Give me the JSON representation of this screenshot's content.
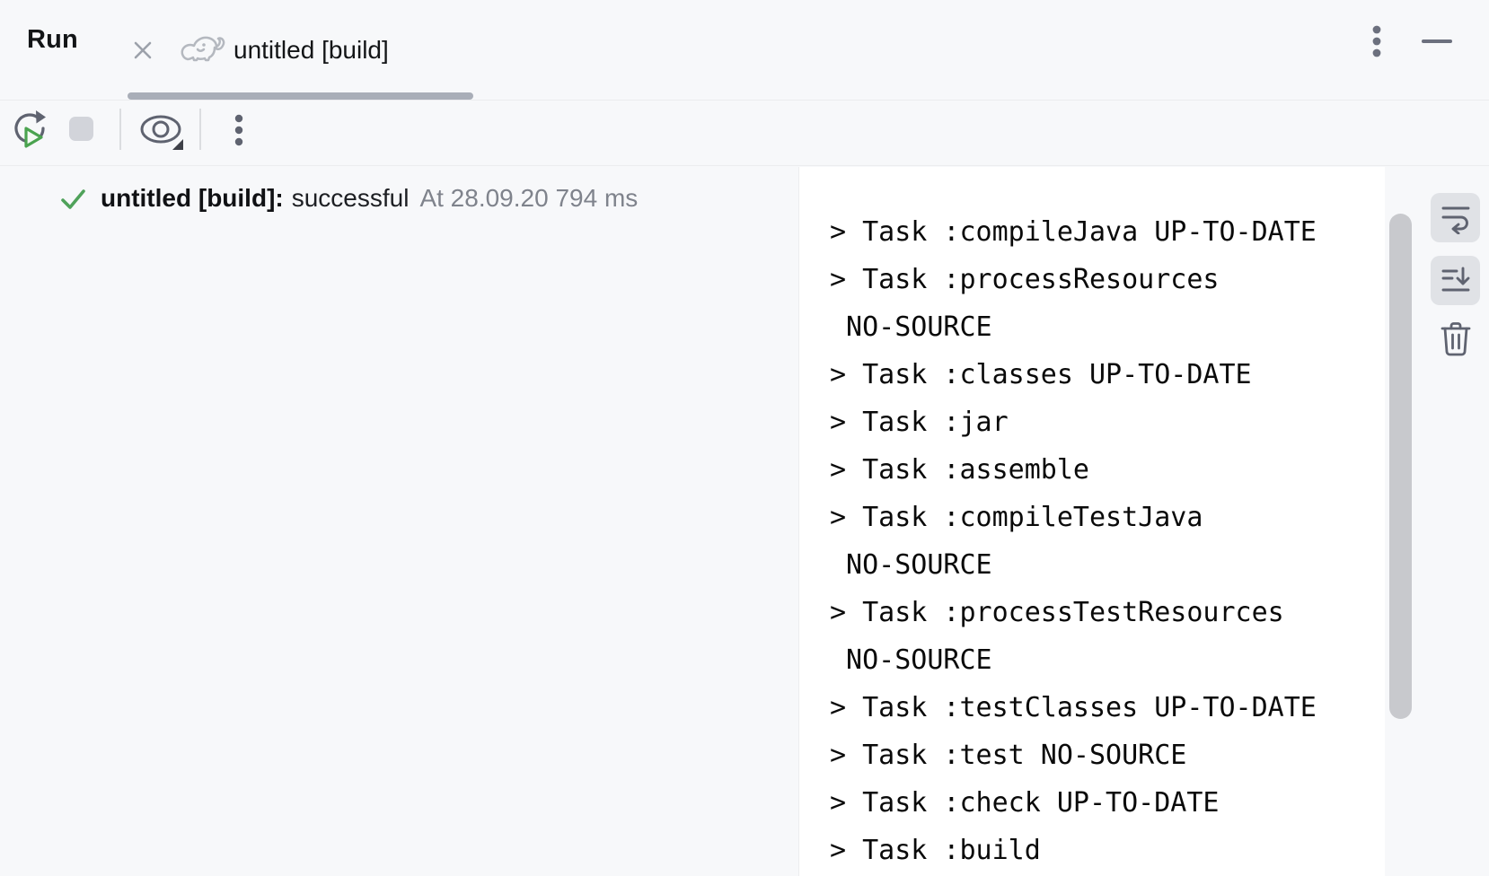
{
  "window": {
    "title": "Run"
  },
  "tab": {
    "label": "untitled [build]"
  },
  "summary": {
    "name": "untitled [build]:",
    "status": "successful",
    "timestamp": "At 28.09.20 794 ms"
  },
  "console": {
    "lines": [
      "> Task :compileJava UP-TO-DATE",
      "> Task :processResources",
      " NO-SOURCE",
      "> Task :classes UP-TO-DATE",
      "> Task :jar",
      "> Task :assemble",
      "> Task :compileTestJava",
      " NO-SOURCE",
      "> Task :processTestResources",
      " NO-SOURCE",
      "> Task :testClasses UP-TO-DATE",
      "> Task :test NO-SOURCE",
      "> Task :check UP-TO-DATE",
      "> Task :build"
    ]
  },
  "icons": {
    "close": "close-icon",
    "gradle": "gradle-elephant-icon",
    "more_header": "kebab-menu-icon",
    "minimize": "minimize-icon",
    "rerun": "rerun-icon",
    "stop": "stop-icon",
    "eye": "show-options-icon",
    "more_toolbar": "kebab-menu-icon",
    "success": "success-check-icon",
    "soft_wrap": "soft-wrap-icon",
    "scroll_to_end": "scroll-to-end-icon",
    "clear": "clear-all-icon"
  },
  "colors": {
    "panel_bg": "#F7F8FA",
    "console_bg": "#FFFFFF",
    "border": "#ECEDEF",
    "icon_gray": "#5F6370",
    "light_icon_gray": "#B4B8BF",
    "muted_text": "#7F838C",
    "success_green": "#4FA25A",
    "tab_underline": "#A9AEB8",
    "scrollbar_thumb": "#C8C9CD",
    "toggled_button_bg": "#E0E2E6",
    "stop_disabled": "#D2D4DA"
  }
}
